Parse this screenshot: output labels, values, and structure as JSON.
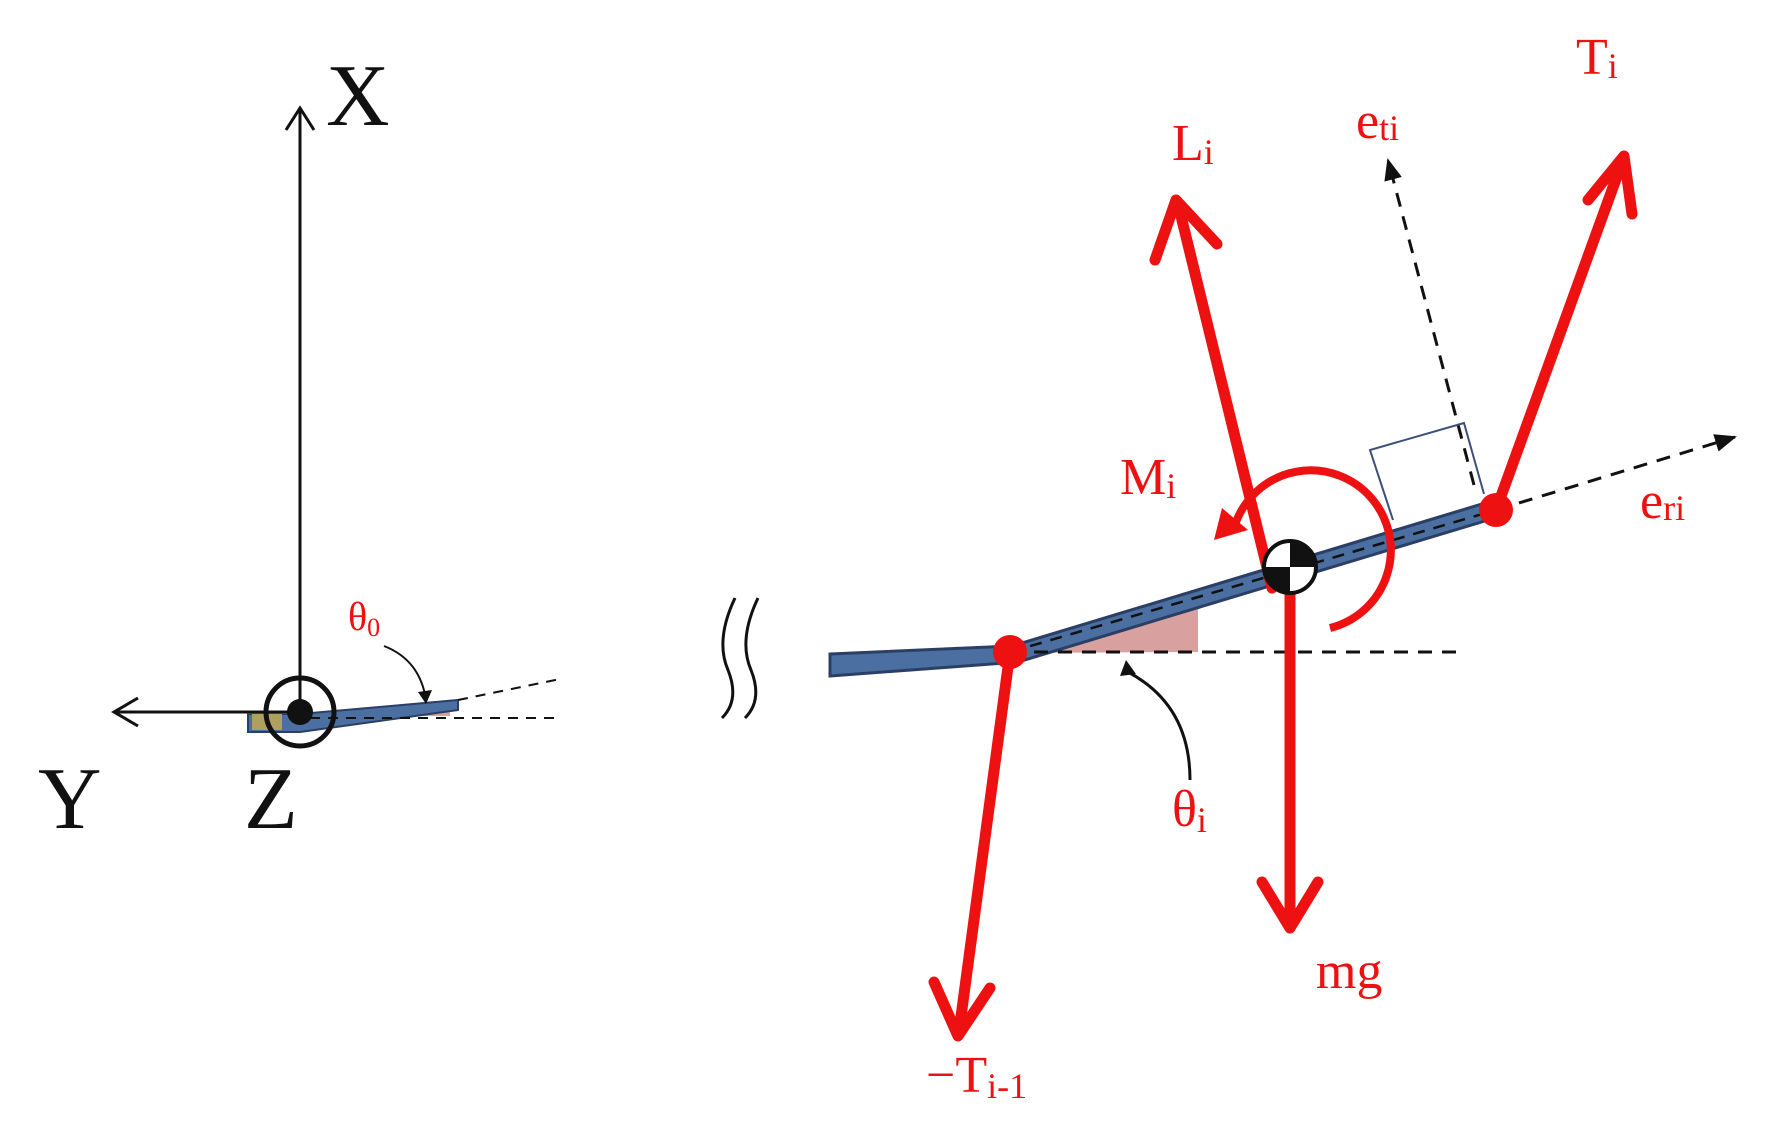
{
  "axes": {
    "x_label": "X",
    "y_label": "Y",
    "z_label": "Z"
  },
  "angles": {
    "theta0": {
      "symbol": "θ",
      "sub": "0"
    },
    "thetai": {
      "symbol": "θ",
      "sub": "i"
    }
  },
  "forces": {
    "Li": {
      "symbol": "L",
      "sub": "i"
    },
    "Ti": {
      "symbol": "T",
      "sub": "i"
    },
    "Tim1": {
      "symbol": "−T",
      "sub": "i-1"
    },
    "mg": {
      "symbol": "mg"
    },
    "Mi": {
      "symbol": "M",
      "sub": "i"
    }
  },
  "unit_vectors": {
    "eti": {
      "symbol": "e",
      "sub": "ti"
    },
    "eri": {
      "symbol": "e",
      "sub": "ri"
    }
  },
  "colors": {
    "force": "#ee1111",
    "beam": "#4a6fa0",
    "beam_edge": "#2b3f66",
    "angle_fill": "#d9a0a0",
    "axis": "#111111"
  }
}
